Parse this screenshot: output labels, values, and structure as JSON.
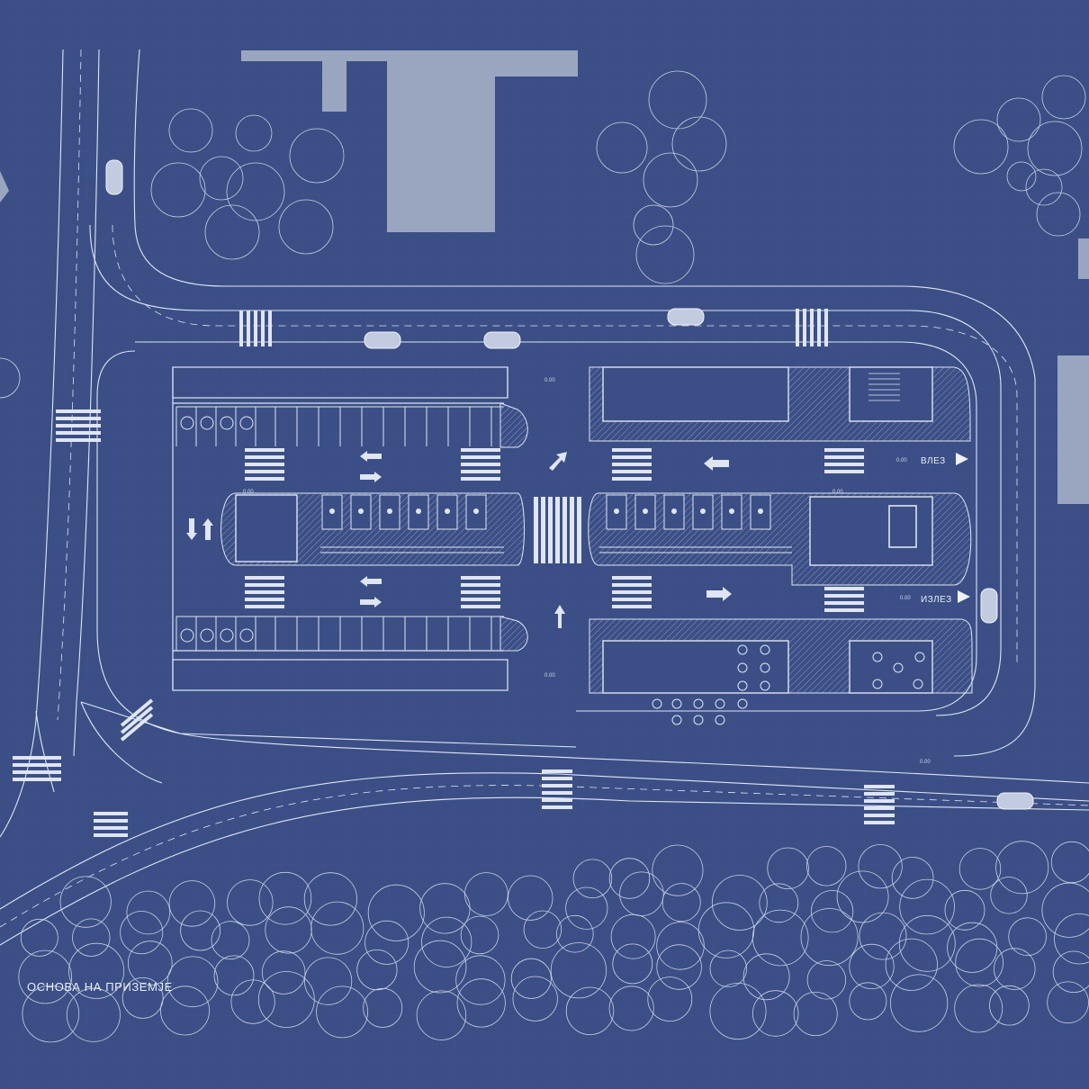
{
  "caption": "ОСНОВА НА ПРИЗЕМЈЕ",
  "entrance_label": "ВЛЕЗ",
  "exit_label": "ИЗЛЕЗ",
  "level_marks": [
    "0.00",
    "0.00",
    "0.00",
    "0.00",
    "0.00",
    "0.00",
    "0.00"
  ],
  "colors": {
    "background": "#3b4f86",
    "linework": "#dfe5f3",
    "buildings": "#9aa6c0",
    "hatch": "#8a98bf"
  },
  "icons": {
    "accessible_space": "wheelchair-icon",
    "bus_bay": "bus-icon",
    "direction": "arrow-icon",
    "entry_marker": "triangle-icon"
  }
}
